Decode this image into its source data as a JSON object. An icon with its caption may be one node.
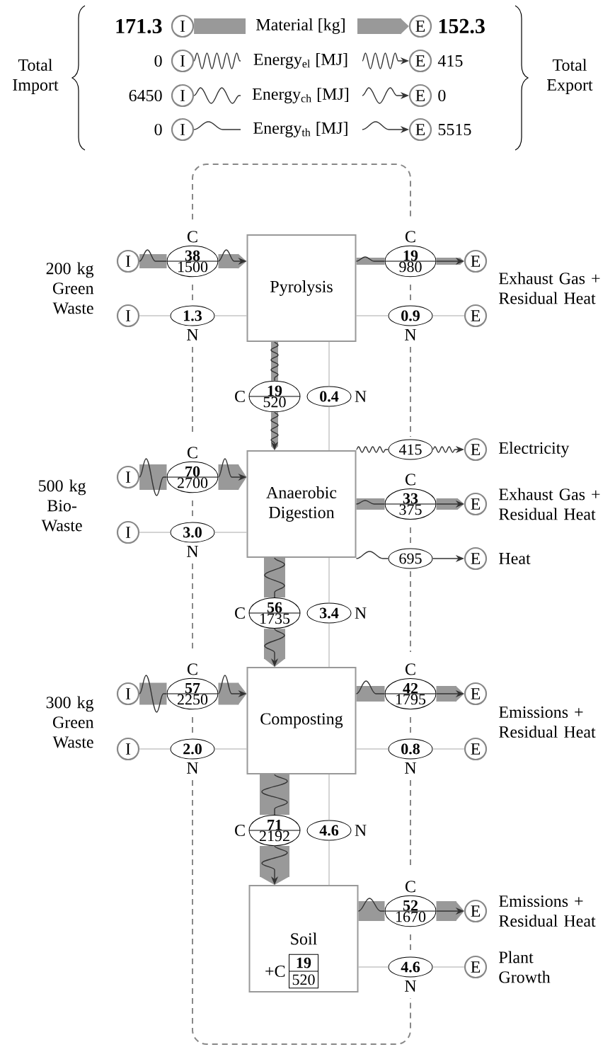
{
  "diagram": {
    "nodes": [
      {
        "text": [
          "I"
        ]
      },
      {
        "text": [
          "E"
        ]
      },
      {
        "text": [
          "I"
        ]
      },
      {
        "text": [
          "E"
        ]
      },
      {
        "text": [
          "I"
        ]
      },
      {
        "text": [
          "E"
        ]
      },
      {
        "text": [
          "I"
        ]
      },
      {
        "text": [
          "E"
        ]
      },
      {
        "text": [
          "I"
        ]
      },
      {
        "text": [
          "38",
          "1500"
        ],
        "beside": [
          "C"
        ]
      },
      {
        "text": [
          "Pyrolysis"
        ]
      },
      {
        "text": [
          "19",
          "980"
        ],
        "beside": [
          "C"
        ]
      },
      {
        "text": [
          "E"
        ]
      },
      {
        "text": [
          "I"
        ]
      },
      {
        "text": [
          "1.3"
        ],
        "beside": [
          "N"
        ]
      },
      {
        "text": [
          "0.9"
        ],
        "beside": [
          "N"
        ]
      },
      {
        "text": [
          "E"
        ]
      },
      {
        "text": [
          "19",
          "520"
        ],
        "beside": [
          "C"
        ]
      },
      {
        "text": [
          "0.4"
        ],
        "beside": [
          "N"
        ]
      },
      {
        "text": [
          "415"
        ]
      },
      {
        "text": [
          "E"
        ]
      },
      {
        "text": [
          "I"
        ]
      },
      {
        "text": [
          "70",
          "2700"
        ],
        "beside": [
          "C"
        ]
      },
      {
        "text": [
          "Anaerobic Digestion"
        ]
      },
      {
        "text": [
          "33",
          "375"
        ],
        "beside": [
          "C"
        ]
      },
      {
        "text": [
          "E"
        ]
      },
      {
        "text": [
          "I"
        ]
      },
      {
        "text": [
          "3.0"
        ],
        "beside": [
          "N"
        ]
      },
      {
        "text": [
          "695"
        ]
      },
      {
        "text": [
          "E"
        ]
      },
      {
        "text": [
          "56",
          "1735"
        ],
        "beside": [
          "C"
        ]
      },
      {
        "text": [
          "3.4"
        ],
        "beside": [
          "N"
        ]
      },
      {
        "text": [
          "I"
        ]
      },
      {
        "text": [
          "57",
          "2250"
        ],
        "beside": [
          "C"
        ]
      },
      {
        "text": [
          "Composting"
        ]
      },
      {
        "text": [
          "42",
          "1795"
        ],
        "beside": [
          "C"
        ]
      },
      {
        "text": [
          "E"
        ]
      },
      {
        "text": [
          "I"
        ]
      },
      {
        "text": [
          "2.0"
        ],
        "beside": [
          "N"
        ]
      },
      {
        "text": [
          "0.8"
        ],
        "beside": [
          "N"
        ]
      },
      {
        "text": [
          "E"
        ]
      },
      {
        "text": [
          "71",
          "2192"
        ],
        "beside": [
          "C"
        ]
      },
      {
        "text": [
          "4.6"
        ],
        "beside": [
          "N"
        ]
      },
      {
        "text": [
          "Soil"
        ]
      },
      {
        "text": [
          "52",
          "1670"
        ],
        "beside": [
          "C"
        ]
      },
      {
        "text": [
          "E"
        ]
      },
      {
        "text": [
          "19",
          "520"
        ],
        "beside": [
          "+C"
        ],
        "in": 43
      },
      {
        "text": [
          "4.6"
        ],
        "beside": [
          "N"
        ]
      },
      {
        "text": [
          "E"
        ]
      }
    ],
    "edges": [
      {
        "from": 8,
        "to": 9,
        "arrow": "none",
        "style": "thick",
        "color": "#999999"
      },
      {
        "from": 9,
        "to": 10,
        "arrow": "to",
        "style": "thick",
        "color": "#999999"
      },
      {
        "from": 10,
        "to": 11,
        "arrow": "none",
        "style": "thick",
        "color": "#999999"
      },
      {
        "from": 11,
        "to": 12,
        "arrow": "to",
        "style": "thick",
        "color": "#999999"
      },
      {
        "from": 13,
        "to": 14,
        "arrow": "none",
        "color": "#aaaaaa"
      },
      {
        "from": 14,
        "to": 10,
        "arrow": "none",
        "color": "#aaaaaa"
      },
      {
        "from": 10,
        "to": 15,
        "arrow": "none",
        "color": "#aaaaaa"
      },
      {
        "from": 15,
        "to": 16,
        "arrow": "none",
        "color": "#aaaaaa"
      },
      {
        "from": 10,
        "to": 17,
        "arrow": "none",
        "style": "thick",
        "color": "#999999"
      },
      {
        "from": 17,
        "to": 23,
        "arrow": "to",
        "style": "thick",
        "color": "#999999"
      },
      {
        "from": 10,
        "to": 18,
        "arrow": "none",
        "color": "#aaaaaa"
      },
      {
        "from": 18,
        "to": 23,
        "arrow": "none",
        "color": "#aaaaaa"
      },
      {
        "from": 23,
        "to": 19,
        "arrow": "none",
        "color": "#333333"
      },
      {
        "from": 19,
        "to": 20,
        "arrow": "to",
        "color": "#333333"
      },
      {
        "from": 21,
        "to": 22,
        "arrow": "none",
        "style": "thick",
        "color": "#999999"
      },
      {
        "from": 22,
        "to": 23,
        "arrow": "to",
        "style": "thick",
        "color": "#999999"
      },
      {
        "from": 23,
        "to": 24,
        "arrow": "none",
        "style": "thick",
        "color": "#999999"
      },
      {
        "from": 24,
        "to": 25,
        "arrow": "to",
        "style": "thick",
        "color": "#999999"
      },
      {
        "from": 26,
        "to": 27,
        "arrow": "none",
        "color": "#aaaaaa"
      },
      {
        "from": 27,
        "to": 23,
        "arrow": "none",
        "color": "#aaaaaa"
      },
      {
        "from": 23,
        "to": 28,
        "arrow": "none",
        "color": "#333333"
      },
      {
        "from": 28,
        "to": 29,
        "arrow": "to",
        "color": "#333333"
      },
      {
        "from": 23,
        "to": 30,
        "arrow": "none",
        "style": "thick",
        "color": "#999999"
      },
      {
        "from": 30,
        "to": 34,
        "arrow": "to",
        "style": "thick",
        "color": "#999999"
      },
      {
        "from": 23,
        "to": 31,
        "arrow": "none",
        "color": "#aaaaaa"
      },
      {
        "from": 31,
        "to": 34,
        "arrow": "none",
        "color": "#aaaaaa"
      },
      {
        "from": 32,
        "to": 33,
        "arrow": "none",
        "style": "thick",
        "color": "#999999"
      },
      {
        "from": 33,
        "to": 34,
        "arrow": "to",
        "style": "thick",
        "color": "#999999"
      },
      {
        "from": 34,
        "to": 35,
        "arrow": "none",
        "style": "thick",
        "color": "#999999"
      },
      {
        "from": 35,
        "to": 36,
        "arrow": "to",
        "style": "thick",
        "color": "#999999"
      },
      {
        "from": 37,
        "to": 38,
        "arrow": "none",
        "color": "#aaaaaa"
      },
      {
        "from": 38,
        "to": 34,
        "arrow": "none",
        "color": "#aaaaaa"
      },
      {
        "from": 34,
        "to": 39,
        "arrow": "none",
        "color": "#aaaaaa"
      },
      {
        "from": 39,
        "to": 40,
        "arrow": "none",
        "color": "#aaaaaa"
      },
      {
        "from": 34,
        "to": 41,
        "arrow": "none",
        "style": "thick",
        "color": "#999999"
      },
      {
        "from": 41,
        "to": 43,
        "arrow": "to",
        "style": "thick",
        "color": "#999999"
      },
      {
        "from": 34,
        "to": 42,
        "arrow": "none",
        "color": "#aaaaaa"
      },
      {
        "from": 42,
        "to": 43,
        "arrow": "none",
        "color": "#aaaaaa"
      },
      {
        "from": 43,
        "to": 44,
        "arrow": "none",
        "style": "thick",
        "color": "#999999"
      },
      {
        "from": 44,
        "to": 45,
        "arrow": "to",
        "style": "thick",
        "color": "#999999"
      },
      {
        "from": 43,
        "to": 47,
        "arrow": "none",
        "color": "#aaaaaa"
      },
      {
        "from": 47,
        "to": 48,
        "arrow": "none",
        "color": "#aaaaaa"
      },
      {
        "from": 0,
        "to": null,
        "arrow": "none",
        "style": "thick",
        "color": "#999999"
      },
      {
        "from": null,
        "to": 1,
        "arrow": "to",
        "style": "thick",
        "color": "#999999"
      },
      {
        "from": 2,
        "to": null,
        "arrow": "none",
        "color": "#333333"
      },
      {
        "from": null,
        "to": 3,
        "arrow": "to",
        "color": "#333333"
      },
      {
        "from": 4,
        "to": null,
        "arrow": "none",
        "color": "#333333"
      },
      {
        "from": null,
        "to": 5,
        "arrow": "to",
        "color": "#333333"
      },
      {
        "from": 6,
        "to": null,
        "arrow": "none",
        "color": "#333333"
      },
      {
        "from": null,
        "to": 7,
        "arrow": "to",
        "color": "#333333"
      }
    ],
    "labels": [
      "Total Import",
      "171.3",
      "152.3",
      "0",
      "415",
      "6450",
      "0",
      "0",
      "5515",
      "Total Export",
      "200 kg Green Waste",
      "Exhaust Gas + Residual Heat",
      "Electricity",
      "500 kg Bio-Waste",
      "Exhaust Gas + Residual Heat",
      "Heat",
      "300 kg Green Waste",
      "Emissions + Residual Heat",
      "Emissions + Residual Heat",
      "Plant Growth"
    ],
    "legend": [
      {
        "text": "Material [kg]"
      },
      {
        "text": "Energy$_{el}$ [MJ]"
      },
      {
        "text": "Energy$_{ch}$ [MJ]"
      },
      {
        "text": "Energy$_{th}$ [MJ]"
      }
    ]
  }
}
